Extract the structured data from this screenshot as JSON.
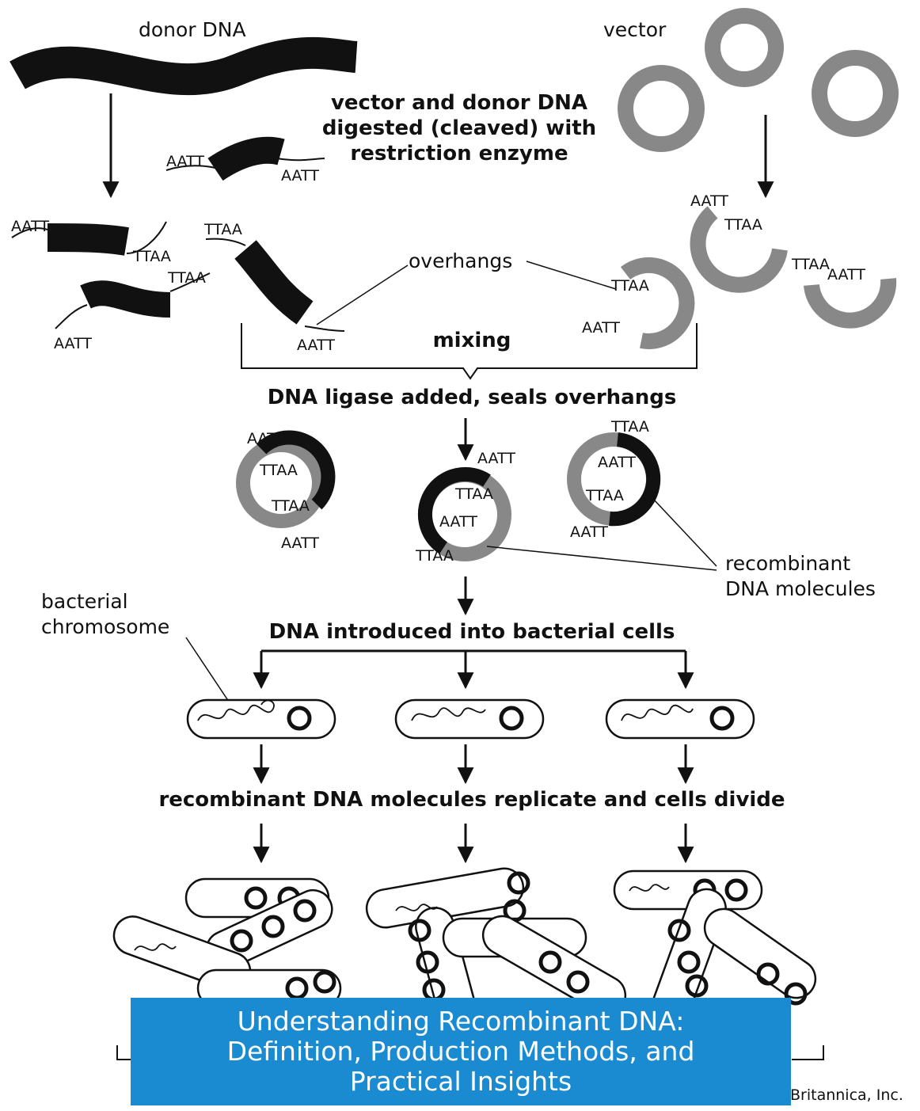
{
  "labels": {
    "donor_dna": "donor DNA",
    "vector": "vector",
    "digest_line1": "vector and donor DNA",
    "digest_line2": "digested (cleaved) with",
    "digest_line3": "restriction enzyme",
    "overhangs": "overhangs",
    "mixing": "mixing",
    "ligase": "DNA ligase added, seals overhangs",
    "recombinant_line1": "recombinant",
    "recombinant_line2": "DNA molecules",
    "bacterial_line1": "bacterial",
    "bacterial_line2": "chromosome",
    "introduced": "DNA introduced into bacterial cells",
    "replicate": "recombinant DNA molecules replicate and cells divide"
  },
  "sequences": {
    "aatt": "AATT",
    "ttaa": "TTAA"
  },
  "banner": {
    "line1": "Understanding Recombinant DNA:",
    "line2": "Definition, Production Methods, and",
    "line3": "Practical Insights"
  },
  "credit": "Britannica, Inc.",
  "colors": {
    "banner": "#1a8ad1",
    "dna_black": "#111111",
    "vector_gray": "#888888"
  }
}
